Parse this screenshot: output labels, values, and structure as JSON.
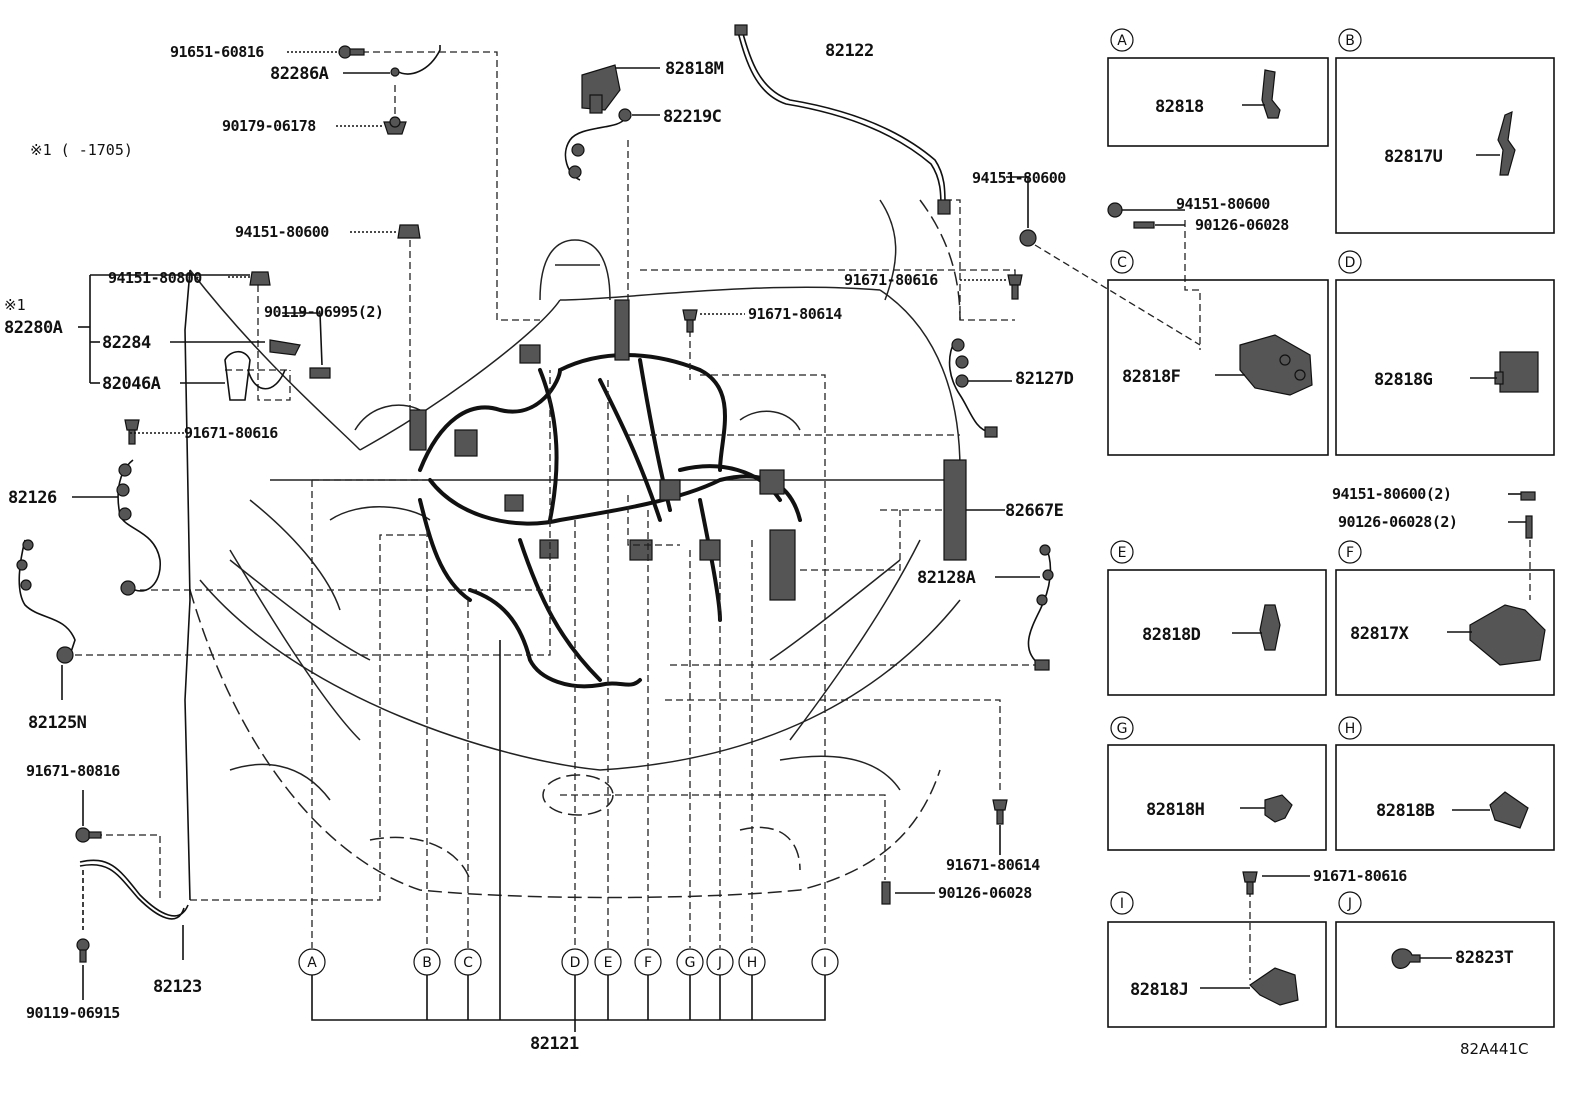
{
  "note": "※1 (     -1705)",
  "diagram_code": "82A441C",
  "callouts": {
    "p91651_60816": "91651-60816",
    "p82286A": "82286A",
    "p90179_06178": "90179-06178",
    "p82818M": "82818M",
    "p82219C": "82219C",
    "p82122": "82122",
    "p94151_80600_a": "94151-80600",
    "p94151_80600_b": "94151-80600",
    "p94151_80800": "94151-80800",
    "p90119_06995": "90119-06995(2)",
    "star1": "※1",
    "p82280A": "82280A",
    "p82284": "82284",
    "p82046A": "82046A",
    "p91671_80616_a": "91671-80616",
    "p91671_80616_b": "91671-80616",
    "p91671_80614_a": "91671-80614",
    "p82127D": "82127D",
    "p82126": "82126",
    "p82667E": "82667E",
    "p82128A": "82128A",
    "p82125N": "82125N",
    "p91671_80816": "91671-80816",
    "p82123": "82123",
    "p90119_06915": "90119-06915",
    "p91671_80614_b": "91671-80614",
    "p90126_06028": "90126-06028",
    "p82121": "82121"
  },
  "refs": [
    "A",
    "B",
    "C",
    "D",
    "E",
    "F",
    "G",
    "J",
    "H",
    "I"
  ],
  "details": {
    "A": {
      "letter": "A",
      "part": "82818"
    },
    "B": {
      "letter": "B",
      "part": "82817U"
    },
    "C": {
      "letter": "C",
      "part": "82818F",
      "bolt": "94151-80600",
      "screw": "90126-06028"
    },
    "D": {
      "letter": "D",
      "part": "82818G"
    },
    "E": {
      "letter": "E",
      "part": "82818D"
    },
    "F": {
      "letter": "F",
      "part": "82817X",
      "nut": "94151-80600(2)",
      "stud": "90126-06028(2)"
    },
    "G": {
      "letter": "G",
      "part": "82818H"
    },
    "H": {
      "letter": "H",
      "part": "82818B"
    },
    "I": {
      "letter": "I",
      "part": "82818J",
      "bolt": "91671-80616"
    },
    "J": {
      "letter": "J",
      "part": "82823T"
    }
  }
}
